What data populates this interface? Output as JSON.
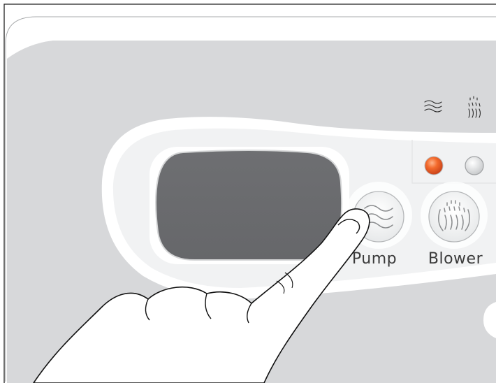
{
  "control_panel": {
    "indicators": [
      {
        "name": "pump",
        "state": "on",
        "color": "#f05a28"
      },
      {
        "name": "blower",
        "state": "off",
        "color": "#d6d8da"
      }
    ],
    "buttons": [
      {
        "label": "Pump",
        "icon": "water-waves-icon"
      },
      {
        "label": "Blower",
        "icon": "air-bubbles-icon"
      }
    ],
    "status_icons": [
      "water-waves-icon",
      "air-bubbles-icon"
    ],
    "display": {
      "color": "#6c6d70"
    }
  },
  "colors": {
    "panel_gray": "#d7d8da",
    "bezel_white": "#ffffff",
    "outline": "#1a1a1a"
  }
}
